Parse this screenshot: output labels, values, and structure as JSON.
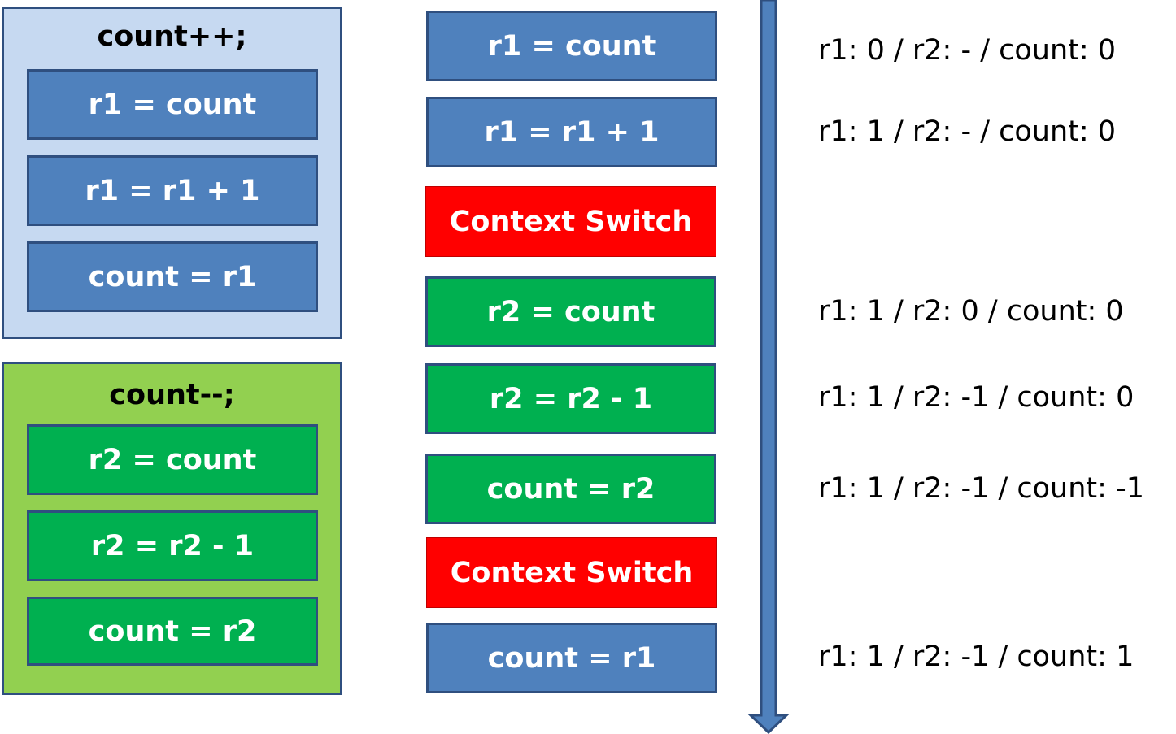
{
  "left_panels": {
    "increment": {
      "title": "count++;",
      "steps": [
        "r1 = count",
        "r1 = r1 + 1",
        "count = r1"
      ]
    },
    "decrement": {
      "title": "count--;",
      "steps": [
        "r2 = count",
        "r2 = r2 - 1",
        "count = r2"
      ]
    }
  },
  "timeline": {
    "steps": [
      {
        "label": "r1 = count",
        "color": "blue",
        "state": "r1: 0 / r2: - / count: 0"
      },
      {
        "label": "r1 = r1 + 1",
        "color": "blue",
        "state": "r1: 1 / r2: - / count: 0"
      },
      {
        "label": "Context Switch",
        "color": "red",
        "state": ""
      },
      {
        "label": "r2 = count",
        "color": "green",
        "state": "r1: 1 / r2: 0 / count: 0"
      },
      {
        "label": "r2 = r2 - 1",
        "color": "green",
        "state": "r1: 1 / r2: -1 / count: 0"
      },
      {
        "label": "count = r2",
        "color": "green",
        "state": "r1: 1 / r2: -1 / count: -1"
      },
      {
        "label": "Context Switch",
        "color": "red",
        "state": ""
      },
      {
        "label": "count = r1",
        "color": "blue",
        "state": "r1: 1 / r2: -1 / count: 1"
      }
    ]
  },
  "colors": {
    "thread1_blue": "#4f81bd",
    "thread2_green": "#00b050",
    "context_switch_red": "#ff0000",
    "panel_blue_bg": "#c6d9f1",
    "panel_green_bg": "#92d050",
    "border": "#2f4f7f"
  }
}
